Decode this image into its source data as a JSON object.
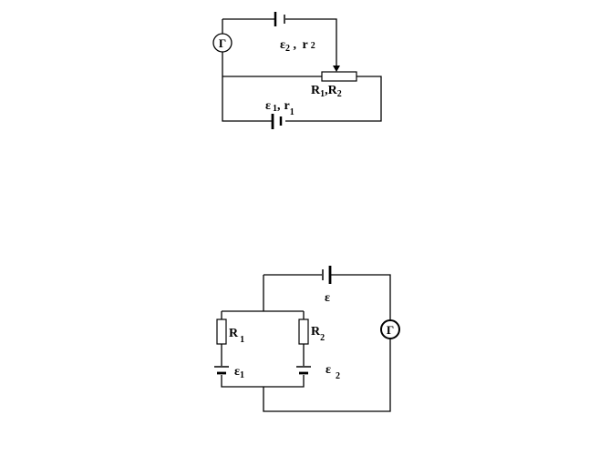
{
  "circuit_top": {
    "galvanometer_symbol": "Γ",
    "source_2": {
      "emf": "ε",
      "emf_sub": "2",
      "sep": " , ",
      "res": "r",
      "res_sub": "2"
    },
    "rheostat_label": {
      "r": "R",
      "sub1": "1",
      "comma": ",",
      "r2": "R",
      "sub2": "2"
    },
    "source_1": {
      "emf": "ε",
      "emf_sub": "1",
      "sep": ",",
      "res": "r",
      "res_sub": "1"
    }
  },
  "circuit_bottom": {
    "source_label": "ε",
    "galvanometer_symbol": "Γ",
    "resistor_1": {
      "r": "R",
      "sub": "1"
    },
    "resistor_2": {
      "r": "R",
      "sub": "2"
    },
    "emf_1": {
      "e": "ε",
      "sub": "1"
    },
    "emf_2": {
      "e": "ε",
      "sub": "2"
    }
  }
}
